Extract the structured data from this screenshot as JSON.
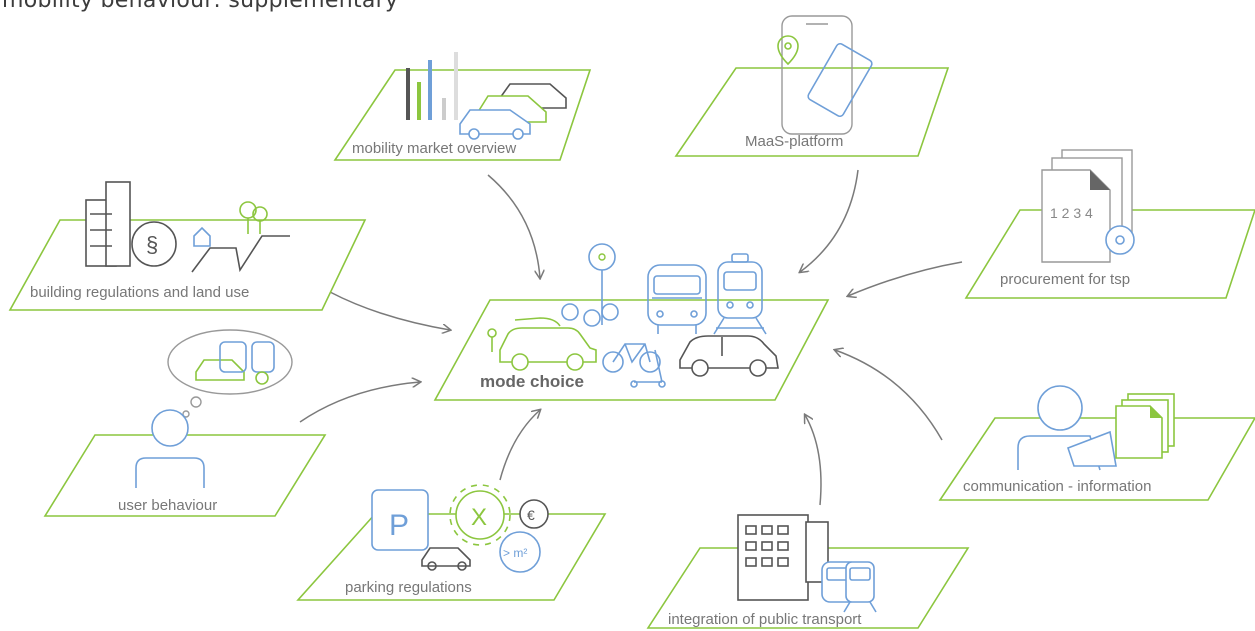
{
  "title": "mobility behaviour: supplementary",
  "center": {
    "label": "mode choice"
  },
  "nodes": [
    {
      "id": "mobility-market-overview",
      "label": "mobility market overview"
    },
    {
      "id": "maas-platform",
      "label": "MaaS-platform"
    },
    {
      "id": "procurement-for-tsp",
      "label": "procurement for tsp"
    },
    {
      "id": "building-regulations",
      "label": "building regulations and land use"
    },
    {
      "id": "user-behaviour",
      "label": "user behaviour"
    },
    {
      "id": "parking-regulations",
      "label": "parking regulations"
    },
    {
      "id": "integration-public-transport",
      "label": "integration of public transport"
    },
    {
      "id": "communication-information",
      "label": "communication - information"
    }
  ],
  "icon_text": {
    "parking_sign": "P",
    "gear_x": "X",
    "euro": "€",
    "area": "> m²",
    "paragraph": "§",
    "numbers": "1 2 3 4"
  },
  "colors": {
    "accent_green": "#8cc63f",
    "accent_blue": "#6f9fd8",
    "dark": "#555555",
    "arrow": "#7a7a7a"
  }
}
